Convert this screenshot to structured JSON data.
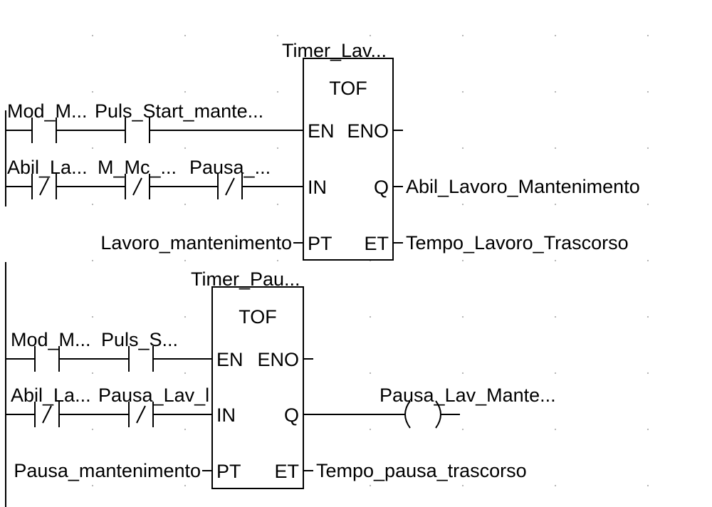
{
  "colors": {
    "line": "#000000",
    "grid": "#b0b0b0",
    "background": "#ffffff"
  },
  "rung1": {
    "timer": {
      "instance": "Timer_Lav...",
      "type": "TOF",
      "pins": {
        "en": "EN",
        "eno": "ENO",
        "in": "IN",
        "q": "Q",
        "pt": "PT",
        "et": "ET"
      }
    },
    "contacts": {
      "mod": "Mod_M...",
      "puls": "Puls_Start_mante...",
      "abil": "Abil_La...",
      "mmc": "M_Mc_...",
      "pausa": "Pausa_..."
    },
    "pt_input": "Lavoro_mantenimento",
    "q_output": "Abil_Lavoro_Mantenimento",
    "et_output": "Tempo_Lavoro_Trascorso"
  },
  "rung2": {
    "timer": {
      "instance": "Timer_Pau...",
      "type": "TOF",
      "pins": {
        "en": "EN",
        "eno": "ENO",
        "in": "IN",
        "q": "Q",
        "pt": "PT",
        "et": "ET"
      }
    },
    "contacts": {
      "mod": "Mod_M...",
      "puls": "Puls_S...",
      "abil": "Abil_La...",
      "pausa": "Pausa_Lav_l"
    },
    "pt_input": "Pausa_mantenimento",
    "coil": "Pausa_Lav_Mante...",
    "et_output": "Tempo_pausa_trascorso"
  }
}
